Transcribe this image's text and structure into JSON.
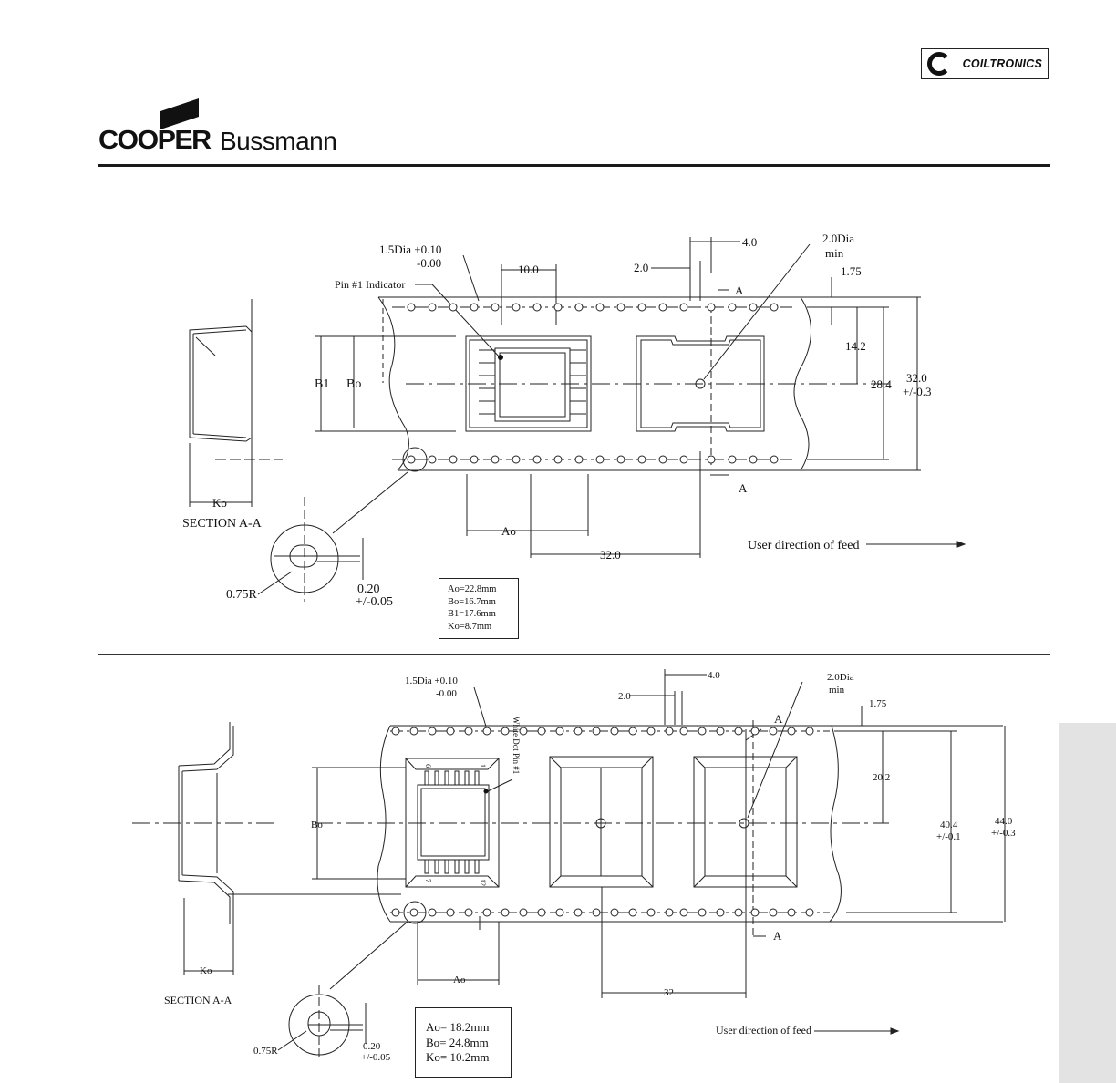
{
  "header": {
    "brand_right": "COILTRONICS",
    "brand_left_bold": "COOPER",
    "brand_left_regular": "Bussmann"
  },
  "top": {
    "labels": {
      "hole_dia": "1.5Dia +0.10",
      "hole_tol": "-0.00",
      "pin_indicator": "Pin #1 Indicator",
      "pitch": "10.0",
      "dim_2_0": "2.0",
      "dim_4_0": "4.0",
      "dia_min_1": "2.0Dia",
      "dia_min_2": "min",
      "dim_1_75": "1.75",
      "section_a1": "A",
      "section_a2": "A",
      "dim_14_2": "14.2",
      "dim_28_4": "28.4",
      "width_32": "32.0",
      "width_tol": "+/-0.3",
      "b1": "B1",
      "bo": "Bo",
      "ko": "Ko",
      "section": "SECTION A-A",
      "ao": "Ao",
      "pitch_32": "32.0",
      "feed": "User direction of feed",
      "radius": "0.75R",
      "thick": "0.20",
      "thick_tol": "+/-0.05"
    },
    "specs": [
      "Ao=22.8mm",
      "Bo=16.7mm",
      "B1=17.6mm",
      "Ko=8.7mm"
    ]
  },
  "bottom": {
    "labels": {
      "hole_dia": "1.5Dia +0.10",
      "hole_tol": "-0.00",
      "white_dot": "White Dot Pin #1",
      "dim_2_0": "2.0",
      "dim_4_0": "4.0",
      "dia_min_1": "2.0Dia",
      "dia_min_2": "min",
      "dim_1_75": "1.75",
      "section_a1": "A",
      "section_a2": "A",
      "dim_20_2": "20.2",
      "dim_40_4": "40.4",
      "dim_40_4_tol": "+/-0.1",
      "width_44": "44.0",
      "width_tol": "+/-0.3",
      "bo": "Bo",
      "ko": "Ko",
      "section": "SECTION A-A",
      "ao": "Ao",
      "pitch_32": "32",
      "feed": "User direction of feed",
      "radius": "0.75R",
      "thick": "0.20",
      "thick_tol": "+/-0.05",
      "pin_6": "6",
      "pin_1": "1",
      "pin_7": "7",
      "pin_12": "12"
    },
    "specs": [
      "Ao= 18.2mm",
      "Bo= 24.8mm",
      "Ko= 10.2mm"
    ]
  }
}
